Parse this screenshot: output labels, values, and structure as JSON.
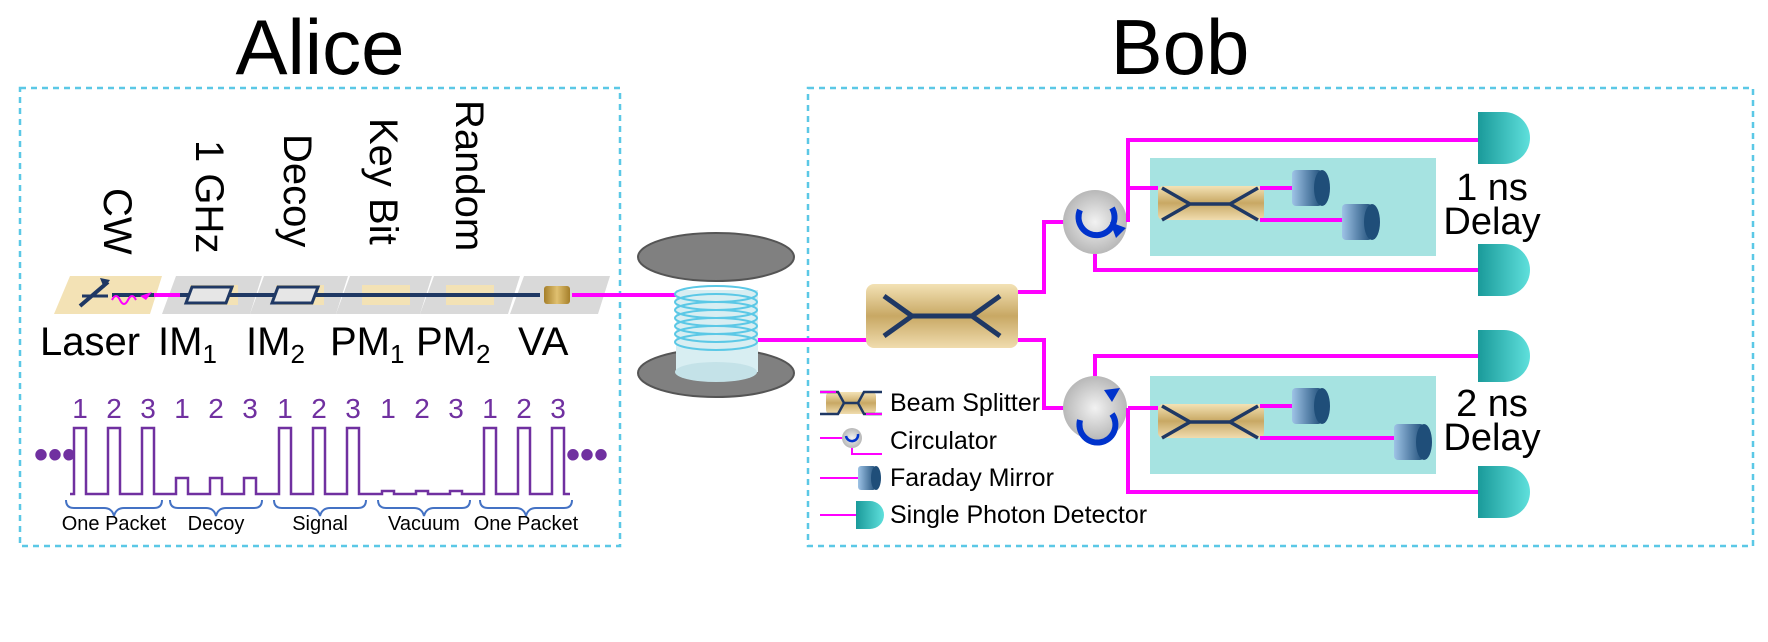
{
  "titles": {
    "alice": "Alice",
    "bob": "Bob"
  },
  "alice": {
    "top_labels": [
      "CW",
      "1 GHz",
      "Decoy",
      "Key Bit",
      "Random"
    ],
    "components": [
      {
        "main": "Laser",
        "sub": ""
      },
      {
        "main": "IM",
        "sub": "1"
      },
      {
        "main": "IM",
        "sub": "2"
      },
      {
        "main": "PM",
        "sub": "1"
      },
      {
        "main": "PM",
        "sub": "2"
      },
      {
        "main": "VA",
        "sub": ""
      }
    ],
    "pulse_numbers": [
      "1",
      "2",
      "3",
      "1",
      "2",
      "3",
      "1",
      "2",
      "3",
      "1",
      "2",
      "3",
      "1",
      "2",
      "3"
    ],
    "ellipsis": "•••",
    "packet_labels": [
      "One Packet",
      "Decoy",
      "Signal",
      "Vacuum",
      "One Packet"
    ]
  },
  "bob": {
    "delays": [
      {
        "line1": "1 ns",
        "line2": "Delay"
      },
      {
        "line1": "2 ns",
        "line2": "Delay"
      }
    ],
    "legend": [
      "Beam Splitter",
      "Circulator",
      "Faraday Mirror",
      "Single Photon Detector"
    ]
  },
  "colors": {
    "fiber": "#ff00ff",
    "pulse": "#7030a0",
    "border": "#5bc8e6",
    "delay_box": "#a6e3e1",
    "splitter": "#c8a864",
    "detector": "#2ec4c4",
    "mirror": "#1f4e79",
    "circulator_arrow": "#0033cc"
  }
}
